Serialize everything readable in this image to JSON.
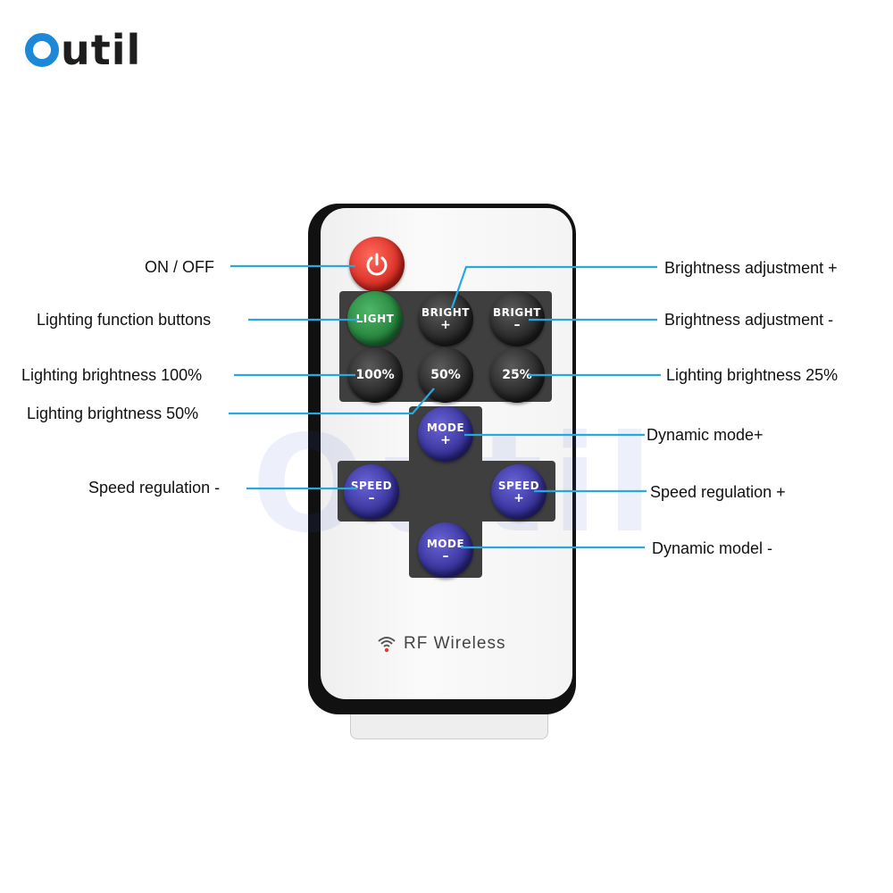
{
  "brand": {
    "name_rest": "util"
  },
  "remote": {
    "label": "RF Wireless",
    "watermark": "Outil",
    "buttons": {
      "light": "LIGHT",
      "bright_plus": [
        "BRIGHT",
        "+"
      ],
      "bright_minus": [
        "BRIGHT",
        "–"
      ],
      "b100": "100%",
      "b50": "50%",
      "b25": "25%",
      "mode_plus": [
        "MODE",
        "+"
      ],
      "mode_minus": [
        "MODE",
        "–"
      ],
      "speed_minus": [
        "SPEED",
        "–"
      ],
      "speed_plus": [
        "SPEED",
        "+"
      ]
    }
  },
  "callouts": {
    "on_off": "ON / OFF",
    "lighting_function": "Lighting function buttons",
    "brightness_100": "Lighting brightness 100%",
    "brightness_50": "Lighting brightness 50%",
    "speed_minus": "Speed regulation -",
    "brightness_plus": "Brightness adjustment +",
    "brightness_minus": "Brightness adjustment -",
    "brightness_25": "Lighting brightness 25%",
    "mode_plus": "Dynamic mode+",
    "speed_plus": "Speed regulation +",
    "mode_minus": "Dynamic model -"
  },
  "colors": {
    "accent": "#29a8e0",
    "brand_blue": "#1e88d8",
    "power_red": "#e0342a",
    "light_green": "#2e9a4b",
    "mode_blue": "#3a34a8"
  }
}
